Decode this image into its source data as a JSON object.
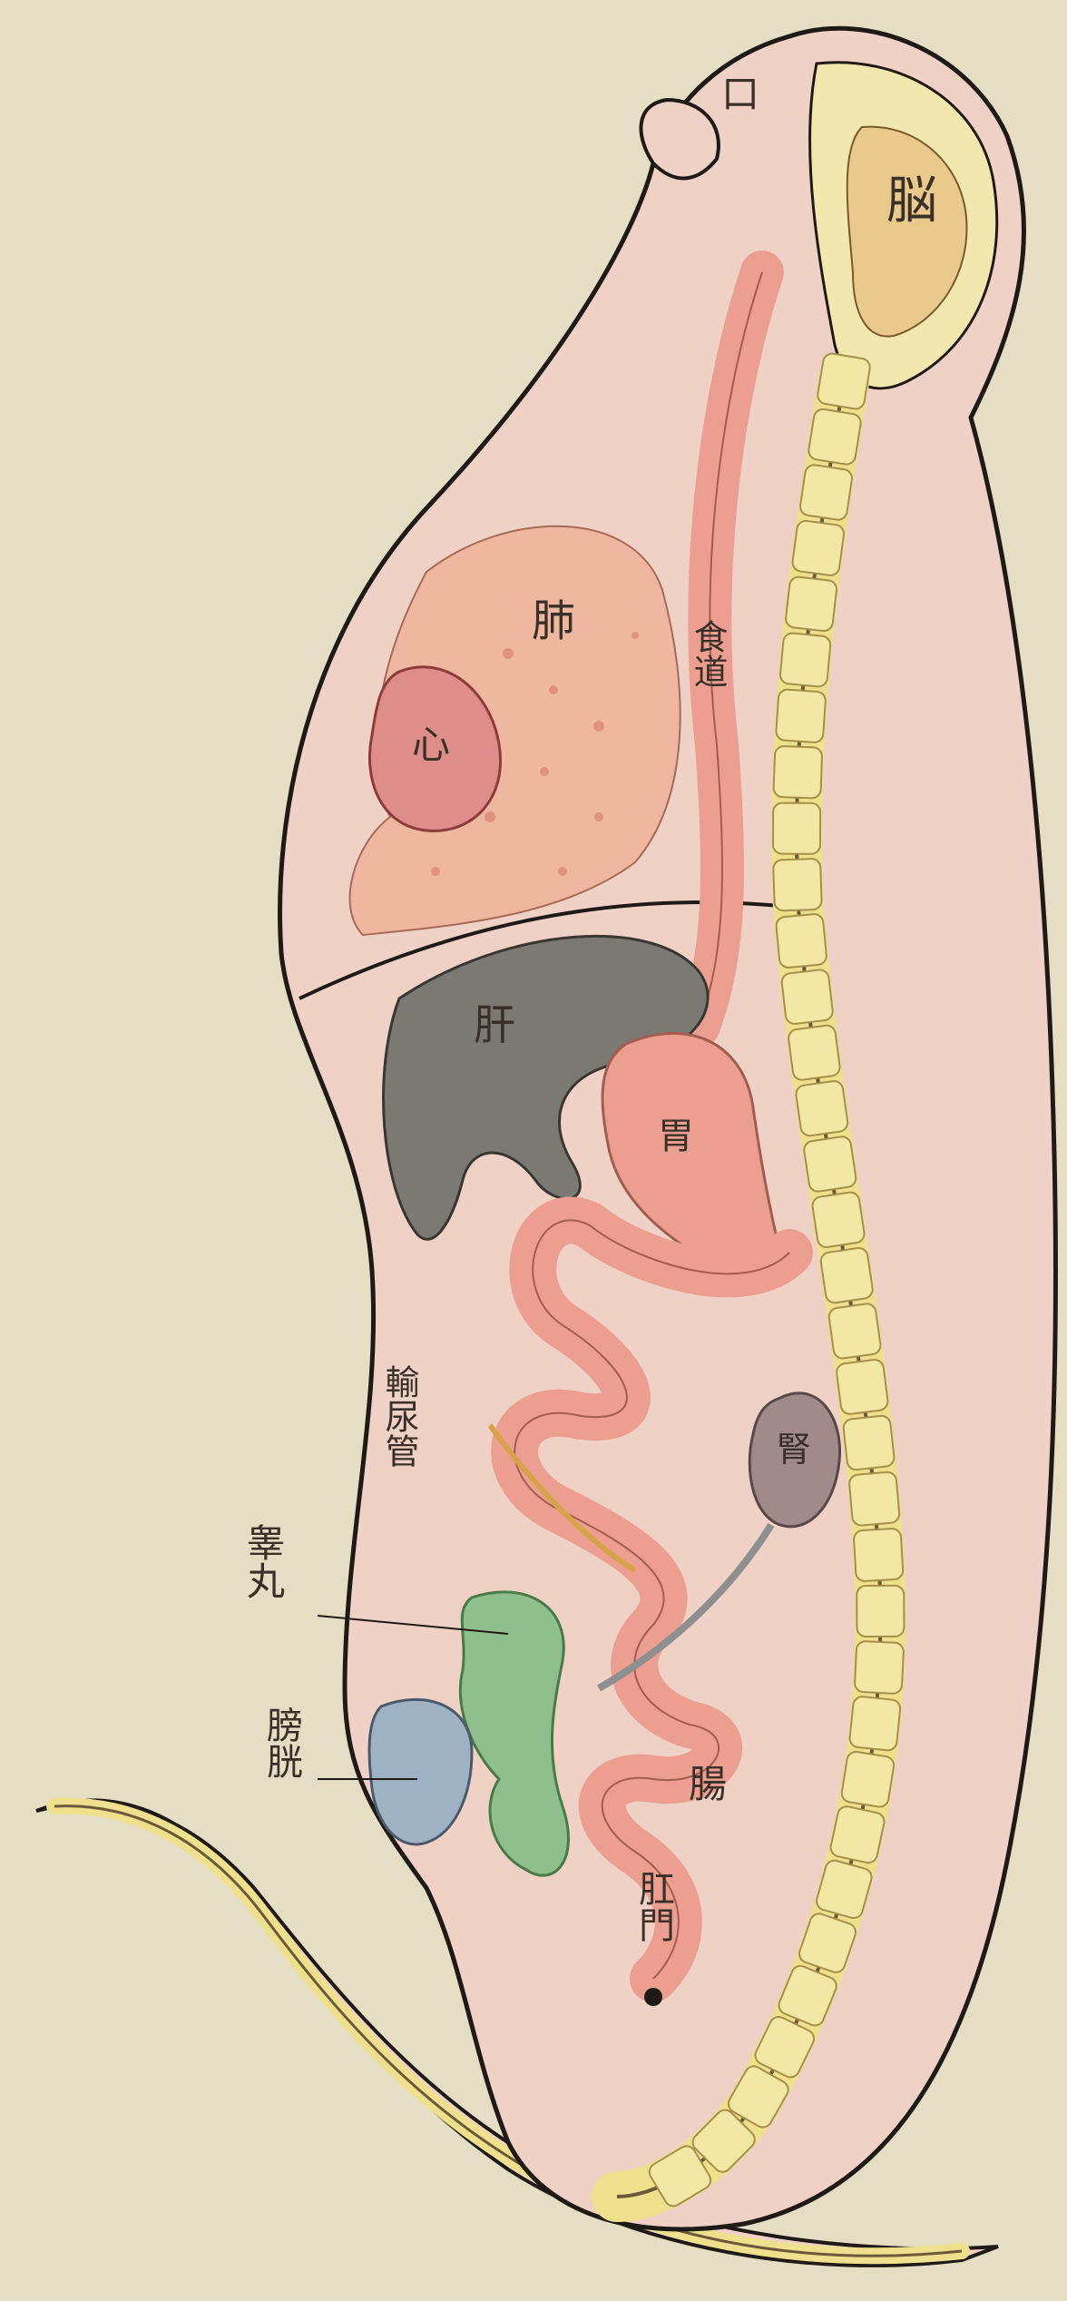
{
  "diagram": {
    "labels": {
      "mouth": "口",
      "brain": "脳",
      "lung": "肺",
      "heart": "心",
      "esophagus": "食道",
      "liver": "肝",
      "stomach": "胃",
      "kidney": "腎",
      "ureter": "輸尿管",
      "urinary_bladder": "膀胱",
      "intestine": "腸",
      "testis": "睾丸",
      "anus": "肛門"
    },
    "colors": {
      "paper": "#e6dec6",
      "outline": "#1f1a16",
      "body_blush": "#f0c9c0",
      "spine": "#efe08e",
      "brain": "#e9c98c",
      "lung": "#efb7a0",
      "heart": "#de8d8b",
      "liver": "#7c7872",
      "gut": "#ec9f90",
      "kidney": "#a08a8a",
      "testis": "#8fbf8c",
      "bladder": "#9fb2c4",
      "ureter": "#d6a24a"
    }
  }
}
